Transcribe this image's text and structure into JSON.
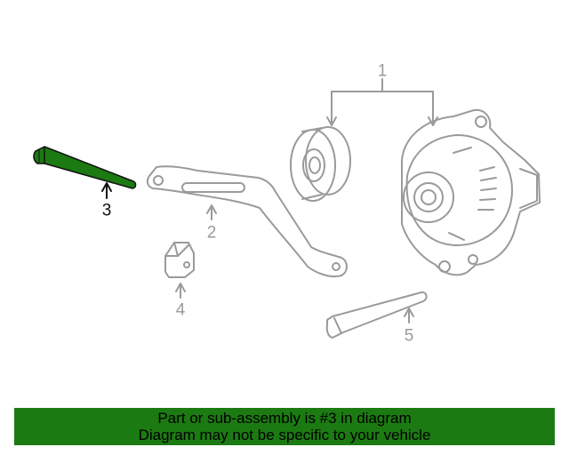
{
  "callouts": {
    "part_1": "1",
    "part_2": "2",
    "part_3": "3",
    "part_4": "4",
    "part_5": "5"
  },
  "banner": {
    "line1": "Part or sub-assembly is #3 in diagram",
    "line2": "Diagram may not be specific to your vehicle"
  },
  "colors": {
    "highlight": "#1c7a12",
    "outline": "#9a9a9a"
  }
}
